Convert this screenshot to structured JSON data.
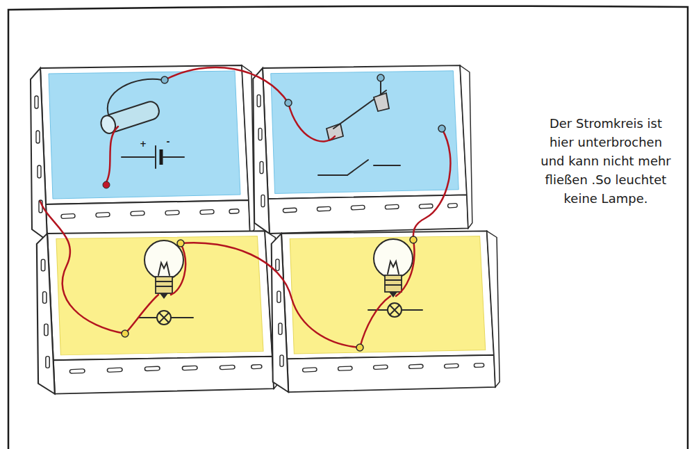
{
  "diagram": {
    "labels": [
      "Der Stromkreis ist hier unterbrochen und kann nicht mehr fließen .So leuchtet keine Lampe.",
      "+",
      "-"
    ]
  }
}
